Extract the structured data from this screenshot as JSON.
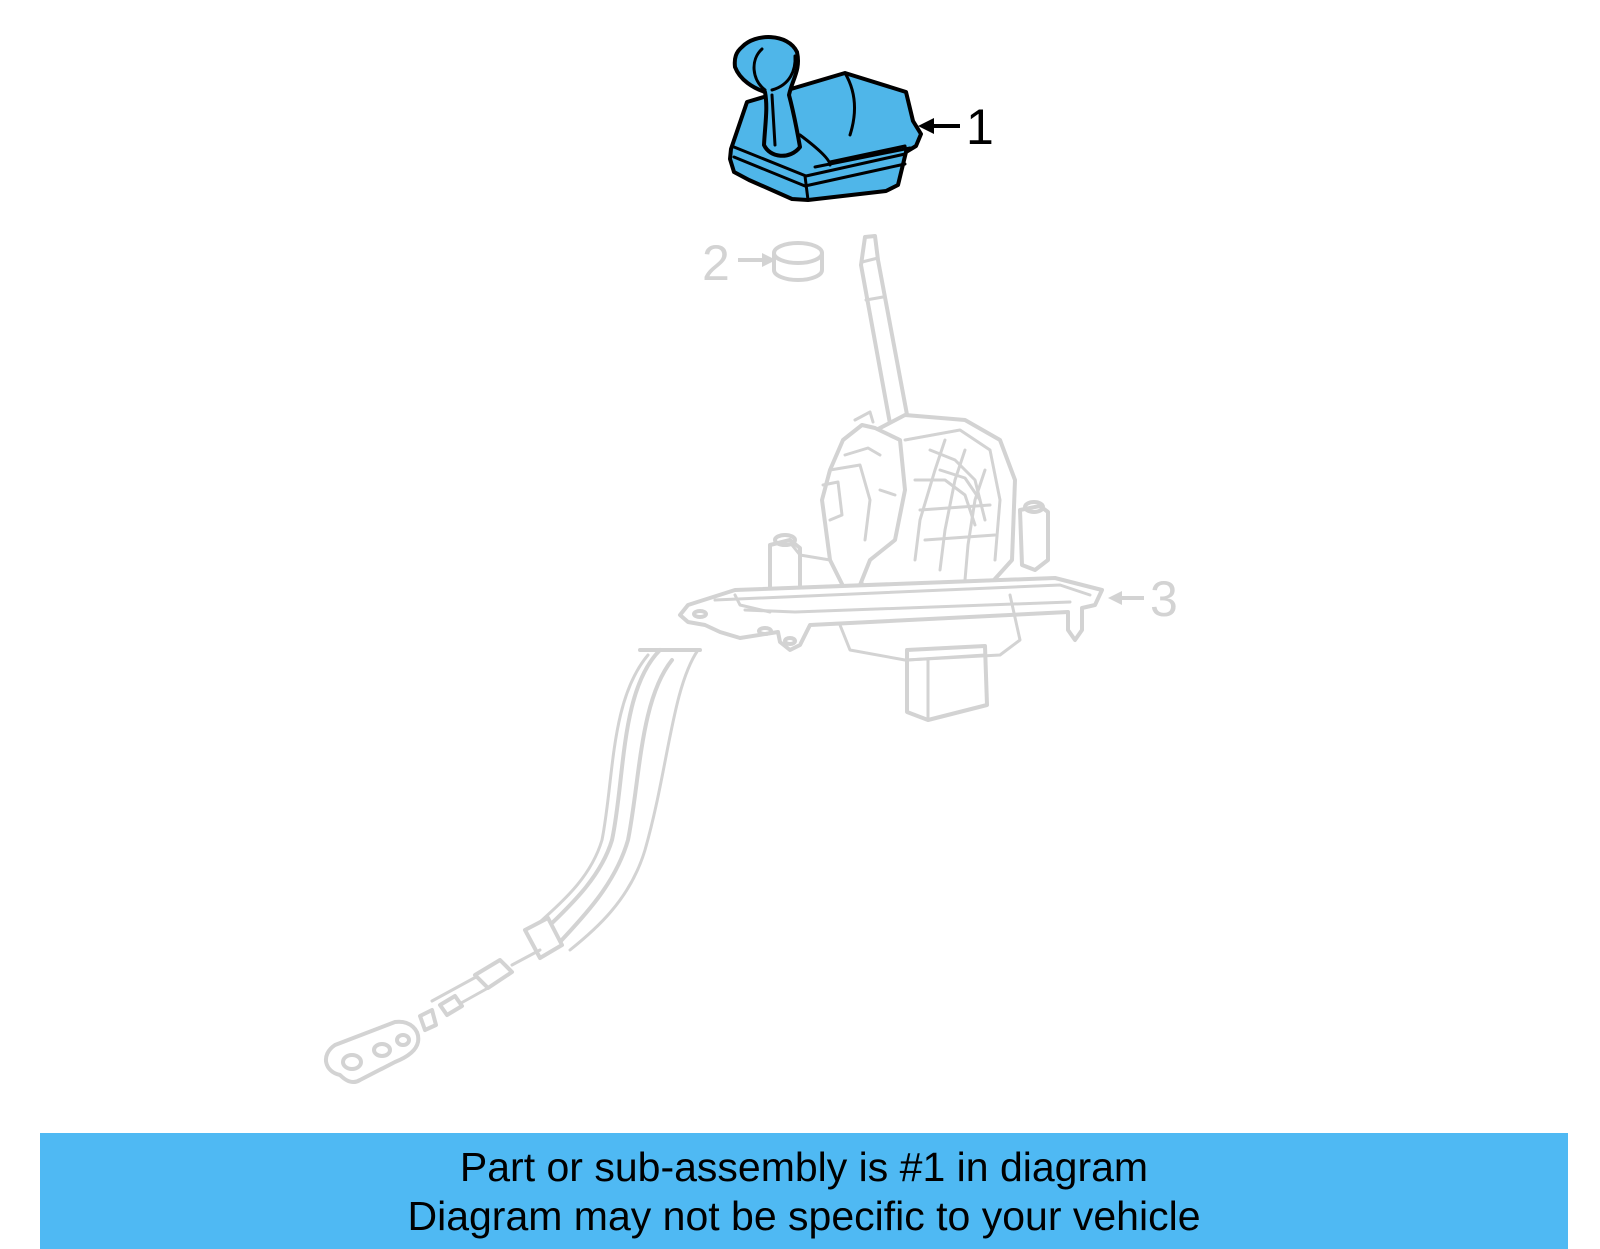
{
  "callouts": [
    {
      "number": "1",
      "highlighted": true
    },
    {
      "number": "2",
      "highlighted": false
    },
    {
      "number": "3",
      "highlighted": false
    }
  ],
  "banner": {
    "line1": "Part or sub-assembly is #1 in diagram",
    "line2": "Diagram may not be specific to your vehicle"
  },
  "colors": {
    "highlight": "#4fb6e9",
    "banner": "#4fb9f3",
    "ghost": "#d3d3d3"
  }
}
